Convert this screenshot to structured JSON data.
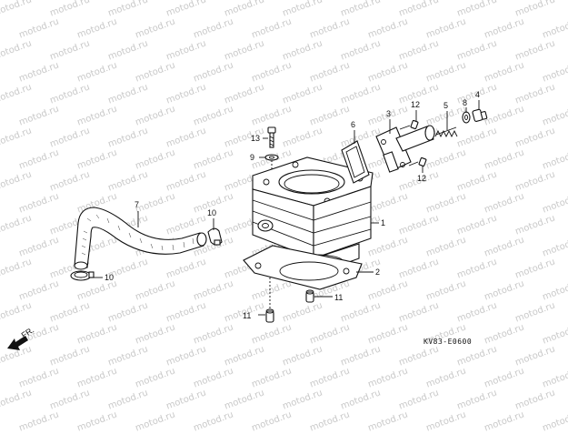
{
  "watermark": "motod.ru",
  "code": "KV83-E0600",
  "direction_label": "FR.",
  "labels": {
    "p1": "1",
    "p2": "2",
    "p3": "3",
    "p4": "4",
    "p5": "5",
    "p6": "6",
    "p7": "7",
    "p8": "8",
    "p9": "9",
    "p10a": "10",
    "p10b": "10",
    "p11a": "11",
    "p11b": "11",
    "p12a": "12",
    "p12b": "12",
    "p13": "13"
  }
}
